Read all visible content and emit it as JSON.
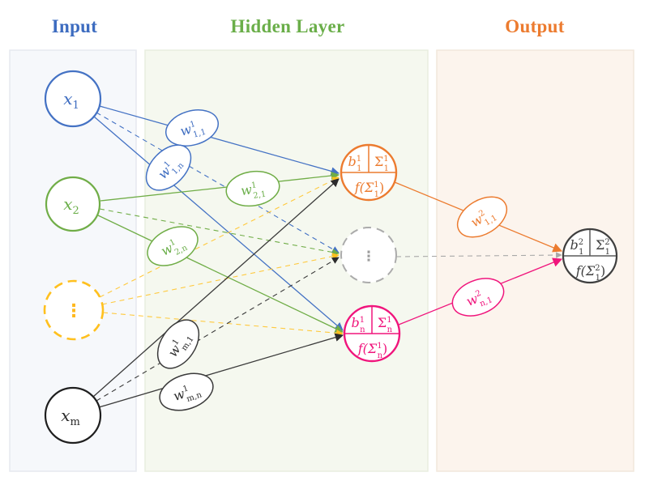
{
  "headers": {
    "input": "Input",
    "hidden_layer": "Hidden Layer",
    "output": "Output"
  },
  "colors": {
    "blue": "#4472C4",
    "green": "#70AD47",
    "yellow": "#FFC01E",
    "black": "#1F1F1F",
    "orange": "#EC7B2F",
    "pink": "#F0157C",
    "gray": "#ABABAB",
    "output_node": "#3F3F3F",
    "panel_input_bg": "#F6F8FB",
    "panel_hidden_bg": "#F5F8EF",
    "panel_output_bg": "#FCF4ED",
    "header_input": "#3D6CC0",
    "header_hidden": "#6AAE49",
    "header_output": "#EC7B2F"
  },
  "input_nodes": {
    "x1": {
      "base": "x",
      "sub": "1"
    },
    "x2": {
      "base": "x",
      "sub": "2"
    },
    "ellipsis": {
      "glyph": "⋮"
    },
    "xm": {
      "base": "x",
      "sub": "m"
    }
  },
  "hidden_nodes": {
    "h1": {
      "bias": {
        "base": "b",
        "sup": "1",
        "sub": "1"
      },
      "sum": {
        "base": "Σ",
        "sup": "1",
        "sub": "1"
      },
      "activation": {
        "open": "f(Σ",
        "sup": "1",
        "sub": "1",
        "close": ")"
      }
    },
    "h_ellipsis": {
      "glyph": "⋮"
    },
    "hn": {
      "bias": {
        "base": "b",
        "sup": "1",
        "sub": "n"
      },
      "sum": {
        "base": "Σ",
        "sup": "1",
        "sub": "n"
      },
      "activation": {
        "open": "f(Σ",
        "sup": "1",
        "sub": "n",
        "close": ")"
      }
    }
  },
  "output_node": {
    "bias": {
      "base": "b",
      "sup": "2",
      "sub": "1"
    },
    "sum": {
      "base": "Σ",
      "sup": "2",
      "sub": "1"
    },
    "activation": {
      "open": "f(Σ",
      "sup": "2",
      "sub": "1",
      "close": ")"
    }
  },
  "weights": {
    "w1_11": {
      "base": "w",
      "sup": "1",
      "sub": "1,1"
    },
    "w1_1n": {
      "base": "w",
      "sup": "1",
      "sub": "1,n"
    },
    "w1_21": {
      "base": "w",
      "sup": "1",
      "sub": "2,1"
    },
    "w1_2n": {
      "base": "w",
      "sup": "1",
      "sub": "2,n"
    },
    "w1_m1": {
      "base": "w",
      "sup": "1",
      "sub": "m,1"
    },
    "w1_mn": {
      "base": "w",
      "sup": "1",
      "sub": "m,n"
    },
    "w2_11": {
      "base": "w",
      "sup": "2",
      "sub": "1,1"
    },
    "w2_n1": {
      "base": "w",
      "sup": "2",
      "sub": "n,1"
    }
  },
  "edges": [
    {
      "from": "x1",
      "to": "h1",
      "style": "solid",
      "color": "blue",
      "label": "w1_11"
    },
    {
      "from": "x1",
      "to": "h_ellipsis",
      "style": "dashed",
      "color": "blue",
      "label": ""
    },
    {
      "from": "x1",
      "to": "hn",
      "style": "solid",
      "color": "blue",
      "label": "w1_1n"
    },
    {
      "from": "x2",
      "to": "h1",
      "style": "solid",
      "color": "green",
      "label": "w1_21"
    },
    {
      "from": "x2",
      "to": "h_ellipsis",
      "style": "dashed",
      "color": "green",
      "label": ""
    },
    {
      "from": "x2",
      "to": "hn",
      "style": "solid",
      "color": "green",
      "label": "w1_2n"
    },
    {
      "from": "ellipsis",
      "to": "h1",
      "style": "dashed",
      "color": "yellow",
      "label": ""
    },
    {
      "from": "ellipsis",
      "to": "h_ellipsis",
      "style": "dashed",
      "color": "yellow",
      "label": ""
    },
    {
      "from": "ellipsis",
      "to": "hn",
      "style": "dashed",
      "color": "yellow",
      "label": ""
    },
    {
      "from": "xm",
      "to": "h1",
      "style": "solid",
      "color": "black",
      "label": "w1_m1"
    },
    {
      "from": "xm",
      "to": "h_ellipsis",
      "style": "dashed",
      "color": "black",
      "label": ""
    },
    {
      "from": "xm",
      "to": "hn",
      "style": "solid",
      "color": "black",
      "label": "w1_mn"
    },
    {
      "from": "h1",
      "to": "output",
      "style": "solid",
      "color": "orange",
      "label": "w2_11"
    },
    {
      "from": "h_ellipsis",
      "to": "output",
      "style": "dashed",
      "color": "gray",
      "label": ""
    },
    {
      "from": "hn",
      "to": "output",
      "style": "solid",
      "color": "pink",
      "label": "w2_n1"
    }
  ]
}
